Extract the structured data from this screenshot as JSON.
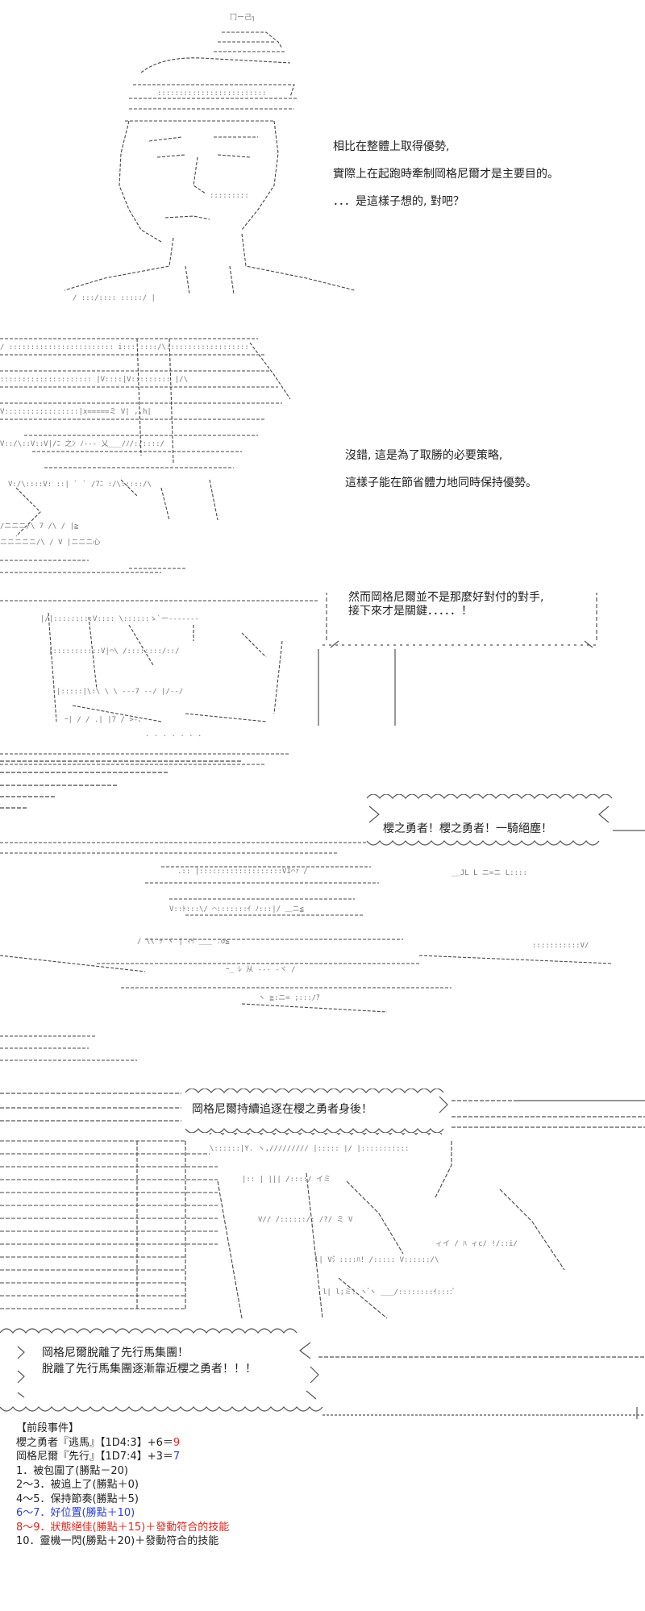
{
  "scene1": {
    "lines": [
      "相比在整體上取得優勢,",
      "實際上在起跑時牽制岡格尼爾才是主要目的。",
      "．．．是這樣子想的, 對吧？"
    ]
  },
  "scene2": {
    "lines": [
      "沒錯, 這是為了取勝的必要策略,",
      "這樣子能在節省體力地同時保持優勢。"
    ]
  },
  "scene3": {
    "lines": [
      "然而岡格尼爾並不是那麼好對付的對手,",
      "接下來才是關鍵．．．．．！"
    ]
  },
  "scene4": {
    "shout": "櫻之勇者！櫻之勇者！一騎絕塵！"
  },
  "scene5": {
    "shout": "岡格尼爾持續追逐在櫻之勇者身後！"
  },
  "scene6": {
    "lines": [
      "岡格尼爾脫離了先行馬集團！",
      "脫離了先行馬集團逐漸靠近櫻之勇者！！！"
    ]
  },
  "events": {
    "header": "【前段事件】",
    "roll1": {
      "label": "櫻之勇者『逃馬』【1D4:3】+6＝",
      "value": "9"
    },
    "roll2": {
      "label": "岡格尼爾『先行』【1D7:4】+3＝",
      "value": "7"
    },
    "items": [
      {
        "text": "1．被包圍了(勝點－20)",
        "color": "normal"
      },
      {
        "text": "2～3．被追上了(勝點＋0)",
        "color": "normal"
      },
      {
        "text": "4～5．保持節奏(勝點＋5)",
        "color": "normal"
      },
      {
        "text": "6～7．好位置(勝點＋10)",
        "color": "blue"
      },
      {
        "text": "8～9．狀態絕佳(勝點＋15)＋發動符合的技能",
        "color": "red"
      },
      {
        "text": "10．靈機一閃(勝點＋20)＋發動符合的技能",
        "color": "normal"
      }
    ]
  },
  "colors": {
    "blue": "#2a3fd8",
    "red": "#e0241a"
  }
}
